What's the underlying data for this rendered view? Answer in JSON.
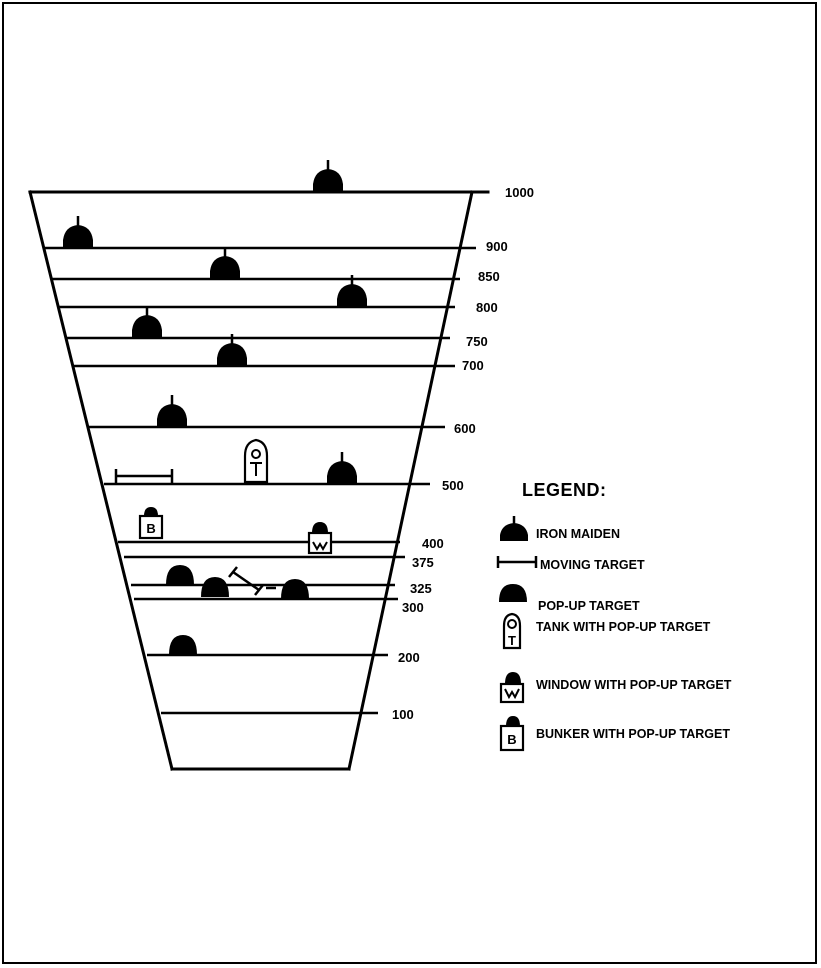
{
  "distance_labels": [
    "1000",
    "900",
    "850",
    "800",
    "750",
    "700",
    "600",
    "500",
    "400",
    "375",
    "325",
    "300",
    "200",
    "100"
  ],
  "legend": {
    "title": "LEGEND:",
    "items": [
      {
        "icon": "iron-maiden-icon",
        "label": "IRON MAIDEN"
      },
      {
        "icon": "moving-target-icon",
        "label": "MOVING TARGET"
      },
      {
        "icon": "pop-up-target-icon",
        "label": "POP-UP TARGET"
      },
      {
        "icon": "tank-with-pop-up-target-icon",
        "label": "TANK WITH POP-UP TARGET"
      },
      {
        "icon": "window-with-pop-up-target-icon",
        "label": "WINDOW WITH POP-UP TARGET"
      },
      {
        "icon": "bunker-with-pop-up-target-icon",
        "label": "BUNKER WITH POP-UP TARGET"
      }
    ]
  },
  "symbol_letters": {
    "tank": "T",
    "window": "W",
    "bunker": "B"
  },
  "colors": {
    "ink": "#000000",
    "background": "#ffffff"
  }
}
